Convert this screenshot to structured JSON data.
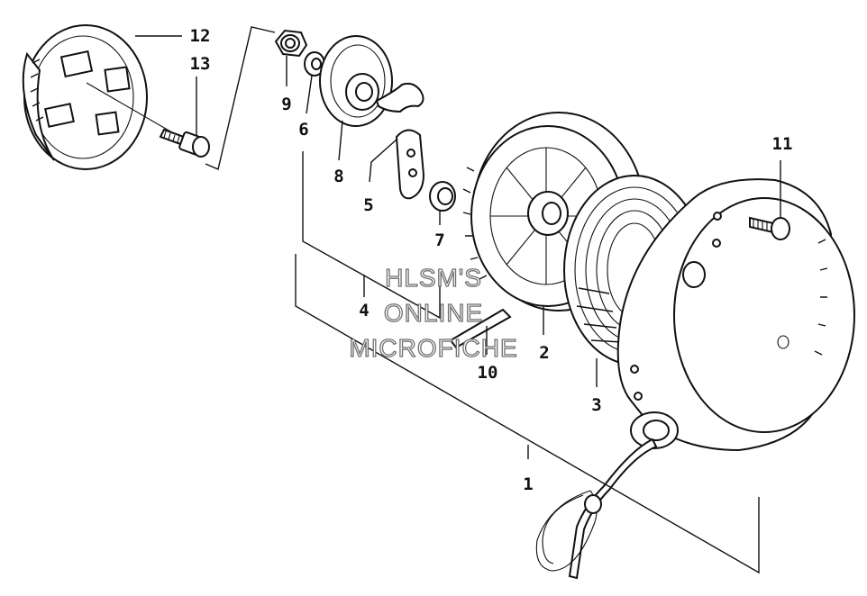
{
  "callouts": {
    "c1": "1",
    "c2": "2",
    "c3": "3",
    "c4": "4",
    "c5": "5",
    "c6": "6",
    "c7": "7",
    "c8": "8",
    "c9": "9",
    "c10": "10",
    "c11": "11",
    "c12": "12",
    "c13": "13"
  },
  "watermark": {
    "line1": "HLSM'S",
    "line2": "ONLINE",
    "line3": "MICROFICHE"
  }
}
